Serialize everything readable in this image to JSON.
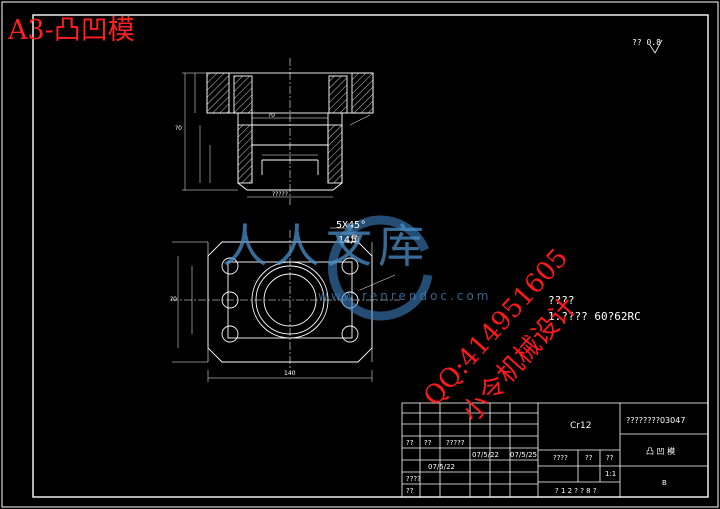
{
  "sheet_title": "A3-凸凹模",
  "roughness_corner": "?? 0.8",
  "chamfer_callout": "5X45°",
  "chamfer_sub": "14角",
  "notes": {
    "heading": "????",
    "line1": "1.????  60?62RC"
  },
  "watermark": {
    "name": "人人文库",
    "url": "www.renrendoc.com",
    "qq": "QQ:414951605",
    "designer": "小令机械设计"
  },
  "dimensions": {
    "top_width": "?0",
    "bottom_width": "?????",
    "height_total": "?0",
    "plan_width": "140",
    "plan_height": "?0"
  },
  "title_block": {
    "material": "Cr12",
    "drawing_no": "????????03047",
    "part_name": "凸 凹 模",
    "scale": "1:1",
    "sheet_no": "B",
    "date1": "07/5/22",
    "date2": "07/5/25",
    "date3": "07/5/22",
    "row_labels": [
      "??",
      "??",
      "?????",
      "??",
      "????"
    ],
    "col_labels": [
      "????",
      "??",
      "??"
    ],
    "sheet_count": "? 1 2 ? ? 8 ?"
  }
}
